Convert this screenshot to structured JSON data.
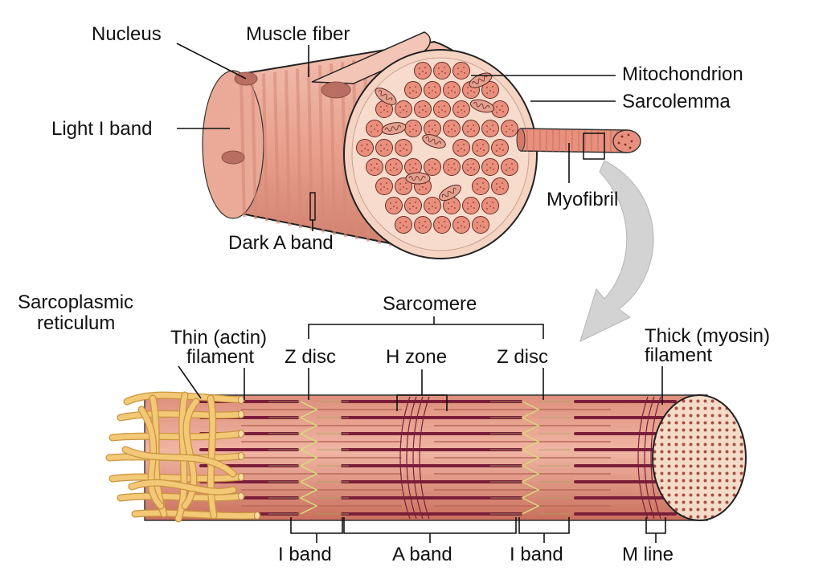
{
  "labels": {
    "nucleus": "Nucleus",
    "muscle_fiber": "Muscle fiber",
    "mitochondrion": "Mitochondrion",
    "sarcolemma": "Sarcolemma",
    "light_i_band": "Light I band",
    "myofibril": "Myofibril",
    "dark_a_band": "Dark A band",
    "sarcoplasmic_line1": "Sarcoplasmic",
    "sarcoplasmic_line2": "reticulum",
    "sarcomere": "Sarcomere",
    "thin_line1": "Thin (actin)",
    "thin_line2": "filament",
    "z_disc_left": "Z disc",
    "h_zone": "H zone",
    "z_disc_right": "Z disc",
    "thick_line1": "Thick (myosin)",
    "thick_line2": "filament",
    "i_band_left": "I band",
    "a_band": "A band",
    "i_band_right": "I band",
    "m_line": "M line"
  },
  "colors": {
    "muscle_light": "#f0b8a8",
    "muscle_mid": "#e59683",
    "muscle_dark": "#c86f5e",
    "myofibril_fill": "#e98f7d",
    "myofibril_dot": "#a8473a",
    "thick_filament": "#7a1e3a",
    "reticulum": "#f3c877",
    "zdisc_line": "#d6dc79",
    "arrow_gray": "#cfcfcf"
  }
}
